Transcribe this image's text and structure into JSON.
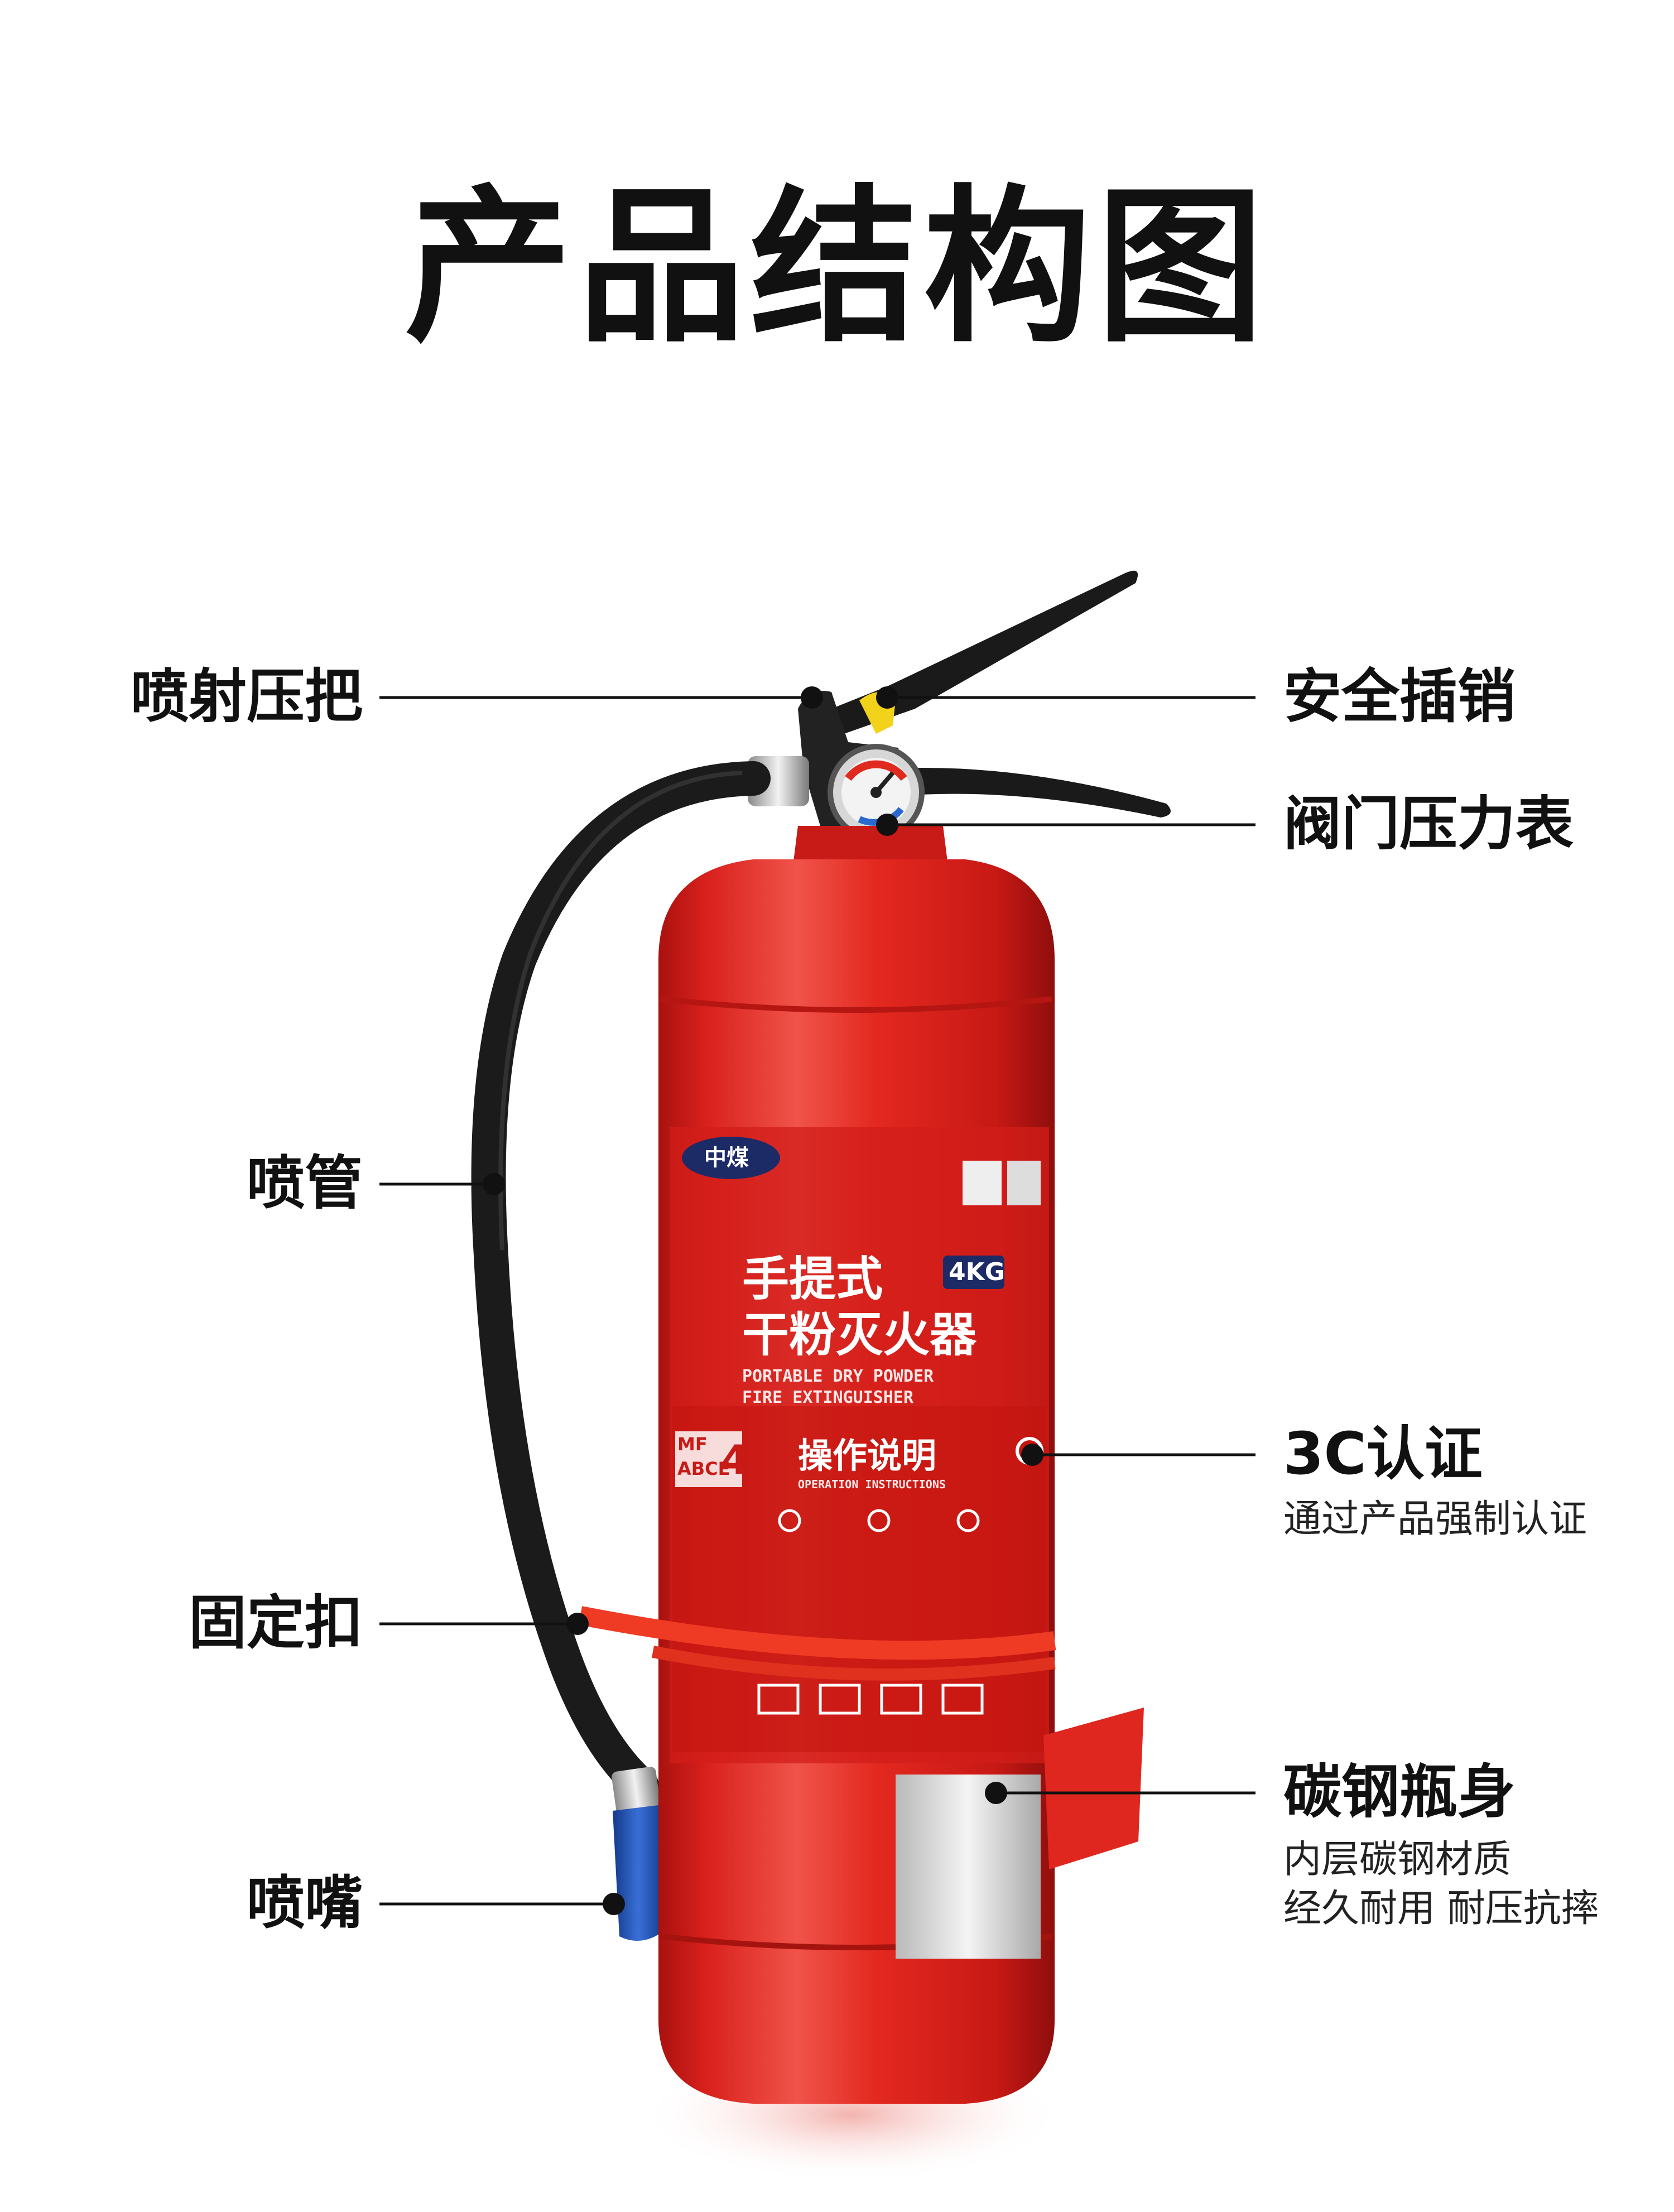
{
  "title": "产品结构图",
  "labels": {
    "spray_handle": "喷射压把",
    "safety_pin": "安全插销",
    "valve_gauge": "阀门压力表",
    "hose": "喷管",
    "certification": "3C认证",
    "certification_desc": "通过产品强制认证",
    "clamp": "固定扣",
    "body": "碳钢瓶身",
    "body_desc_1": "内层碳钢材质",
    "body_desc_2": "经久耐用 耐压抗摔",
    "nozzle": "喷嘴"
  },
  "product_label": {
    "brand": "中煤",
    "name_line1": "手提式",
    "name_line2": "干粉灭火器",
    "weight": "4KG",
    "english_line1": "PORTABLE DRY POWDER",
    "english_line2": "FIRE EXTINGUISHER",
    "model_line1": "MF",
    "model_line2": "ABCE",
    "model_num": "4",
    "instructions": "操作说明",
    "instructions_en": "OPERATION INSTRUCTIONS"
  },
  "colors": {
    "cylinder": "#e0231f",
    "hose": "#1b1b1b",
    "nozzle": "#1f4fb5",
    "pin": "#f2d21a",
    "line": "#111111"
  }
}
